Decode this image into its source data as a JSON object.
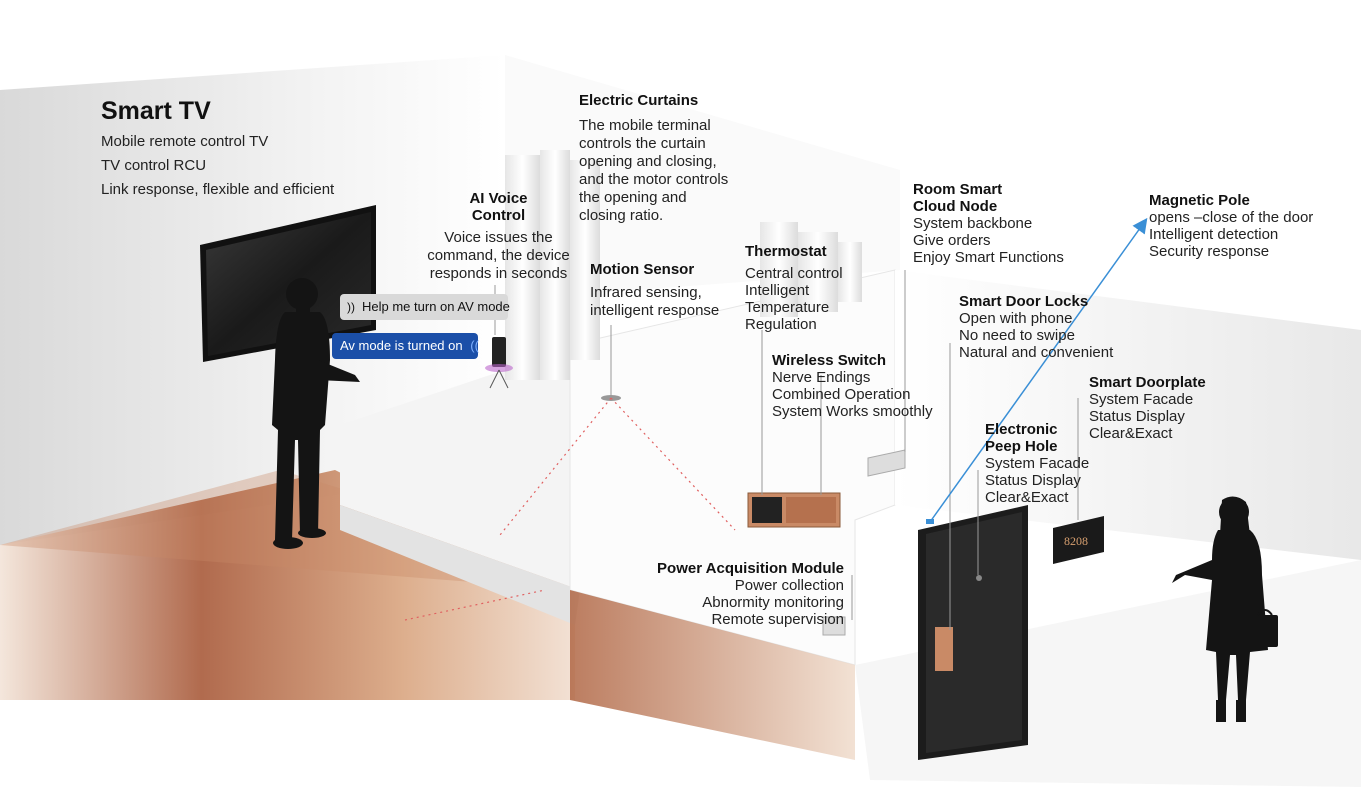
{
  "smart_tv": {
    "title": "Smart TV",
    "lines": [
      "Mobile remote control TV",
      "TV control RCU",
      "Link response, flexible and efficient"
    ]
  },
  "ai_voice": {
    "title_line1": "AI Voice",
    "title_line2": "Control",
    "lines": [
      "Voice issues the",
      "command, the device",
      "responds in seconds"
    ]
  },
  "electric_curtains": {
    "title": "Electric Curtains",
    "lines": [
      "The mobile terminal",
      "controls the curtain",
      "opening and closing,",
      "and the motor controls",
      "the opening and",
      "closing ratio."
    ]
  },
  "motion_sensor": {
    "title": "Motion Sensor",
    "lines": [
      "Infrared sensing,",
      "intelligent response"
    ]
  },
  "thermostat": {
    "title": "Thermostat",
    "lines": [
      "Central control",
      "Intelligent",
      "Temperature",
      "Regulation"
    ]
  },
  "wireless_switch": {
    "title": "Wireless Switch",
    "lines": [
      "Nerve Endings",
      "Combined Operation",
      "System Works smoothly"
    ]
  },
  "room_cloud_node": {
    "title_line1": "Room Smart",
    "title_line2": "Cloud Node",
    "lines": [
      "System backbone",
      "Give orders",
      "Enjoy Smart Functions"
    ]
  },
  "smart_door_locks": {
    "title": "Smart Door Locks",
    "lines": [
      "Open with phone",
      "No need to swipe",
      "Natural and convenient"
    ]
  },
  "magnetic_pole": {
    "title": "Magnetic Pole",
    "lines": [
      "opens –close of the door",
      "Intelligent detection",
      "Security response"
    ]
  },
  "smart_doorplate": {
    "title": "Smart Doorplate",
    "lines": [
      "System Facade",
      "Status Display",
      "Clear&Exact"
    ]
  },
  "peep_hole": {
    "title_line1": "Electronic",
    "title_line2": "Peep Hole",
    "lines": [
      "System Facade",
      "Status Display",
      "Clear&Exact"
    ]
  },
  "power_module": {
    "title": "Power Acquisition Module",
    "lines": [
      "Power collection",
      "Abnormity monitoring",
      "Remote supervision"
    ]
  },
  "voice_bubbles": {
    "request": "Help me turn on AV mode",
    "reply": "Av mode is turned on"
  },
  "door_plate_text": "8208",
  "colors": {
    "floor": "#a85a3a",
    "accent_blue": "#1b4fa8",
    "arrow_blue": "#3a8fd6",
    "sensor_dots": "#e06060"
  }
}
